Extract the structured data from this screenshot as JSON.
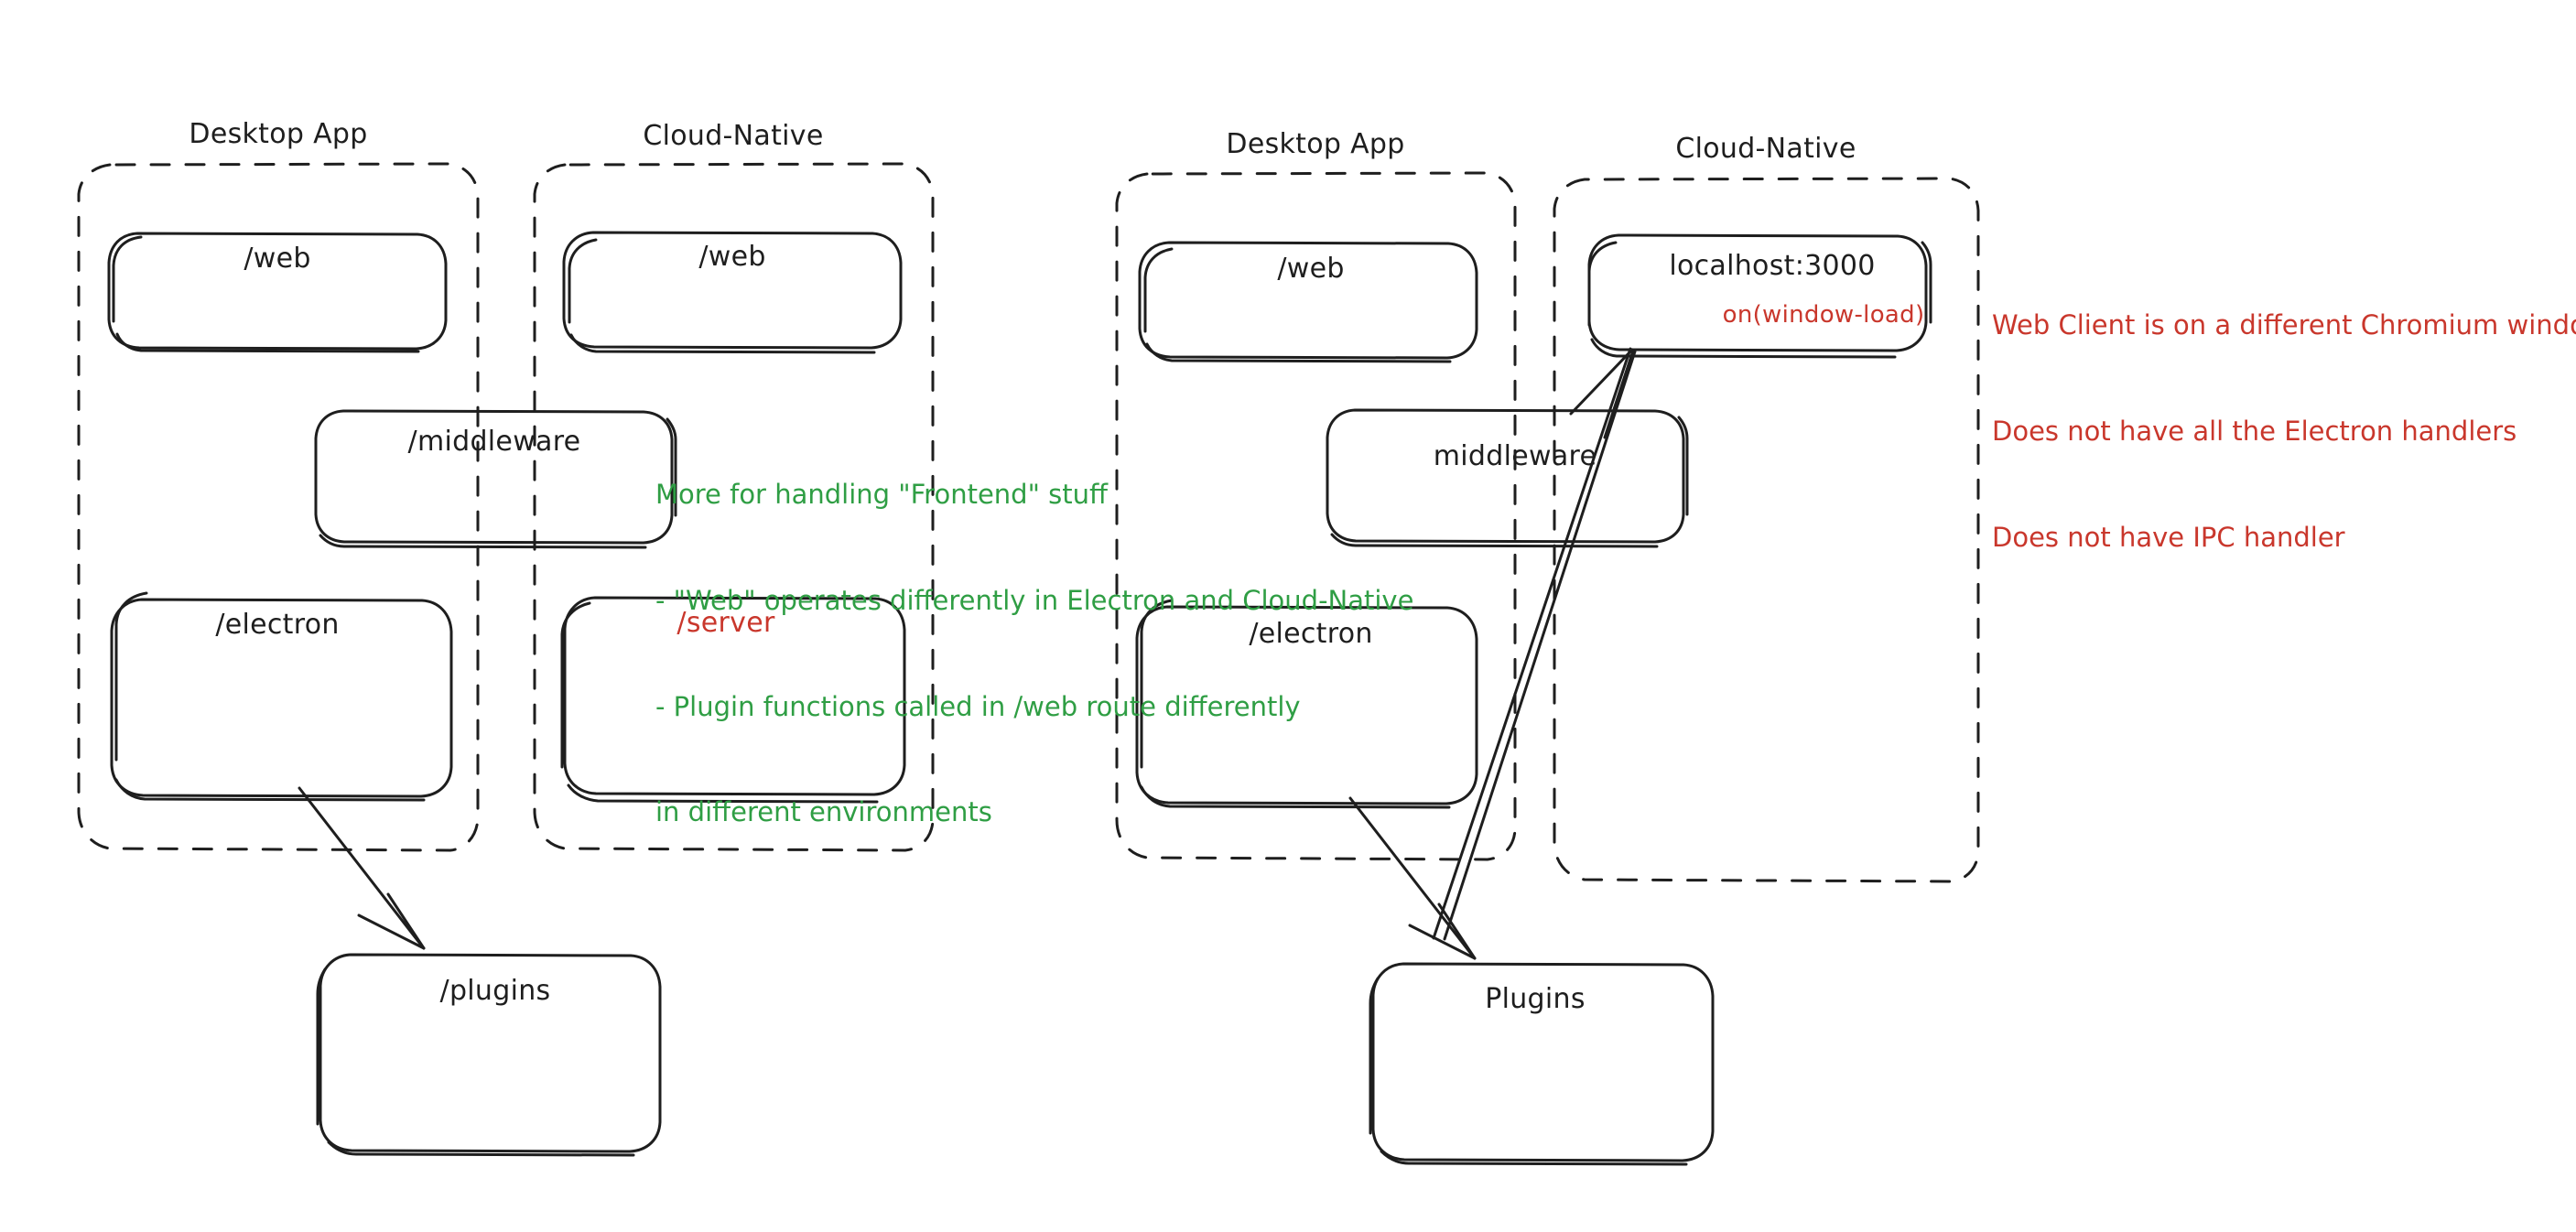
{
  "diagram": {
    "title_style": "hand-drawn architecture sketch",
    "colors": {
      "stroke": "#1e1e1e",
      "green": "#2f9e44",
      "red": "#c9372c",
      "background": "#ffffff"
    },
    "groups": [
      {
        "id": "left-desktop",
        "label": "Desktop App"
      },
      {
        "id": "left-cloud",
        "label": "Cloud-Native"
      },
      {
        "id": "right-desktop",
        "label": "Desktop App"
      },
      {
        "id": "right-cloud",
        "label": "Cloud-Native"
      }
    ],
    "boxes": [
      {
        "id": "left-desktop-web",
        "label": "/web"
      },
      {
        "id": "left-cloud-web",
        "label": "/web"
      },
      {
        "id": "left-middleware",
        "label": "/middleware"
      },
      {
        "id": "left-desktop-electron",
        "label": "/electron"
      },
      {
        "id": "left-cloud-server",
        "label": "/server"
      },
      {
        "id": "left-plugins",
        "label": "/plugins"
      },
      {
        "id": "right-desktop-web",
        "label": "/web"
      },
      {
        "id": "right-cloud-localhost",
        "label": "localhost:3000",
        "sublabel": "on(window-load)"
      },
      {
        "id": "right-middleware",
        "label": "middleware"
      },
      {
        "id": "right-desktop-electron",
        "label": "/electron"
      },
      {
        "id": "right-plugins",
        "label": "Plugins"
      }
    ],
    "annotations": {
      "green_note": {
        "line1": "More for handling \"Frontend\" stuff",
        "line2": "- \"Web\" operates differently in Electron and Cloud-Native",
        "line3": "- Plugin functions called in /web route differently",
        "line4": "in different environments"
      },
      "red_note": {
        "line1": "Web Client is on a different Chromium window",
        "line2": "Does not have all the Electron handlers",
        "line3": "Does not have IPC handler"
      }
    },
    "arrows": [
      {
        "id": "left-electron-to-plugins",
        "from": "left-desktop-electron",
        "to": "left-plugins"
      },
      {
        "id": "right-electron-to-plugins",
        "from": "right-desktop-electron",
        "to": "right-plugins"
      },
      {
        "id": "right-electron-to-localhost",
        "from": "right-desktop-electron",
        "to": "right-cloud-localhost"
      }
    ]
  }
}
